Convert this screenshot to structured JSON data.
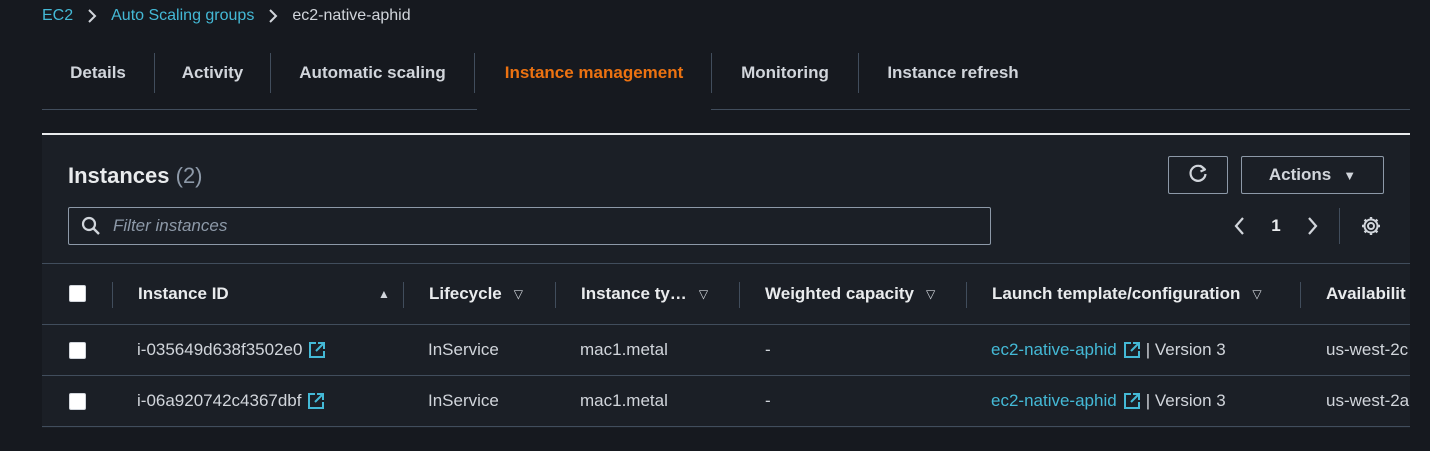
{
  "breadcrumb": {
    "root": "EC2",
    "parent": "Auto Scaling groups",
    "current": "ec2-native-aphid"
  },
  "tabs": [
    {
      "label": "Details"
    },
    {
      "label": "Activity"
    },
    {
      "label": "Automatic scaling"
    },
    {
      "label": "Instance management",
      "active": true
    },
    {
      "label": "Monitoring"
    },
    {
      "label": "Instance refresh"
    }
  ],
  "panel": {
    "title": "Instances",
    "count": "(2)",
    "actions_label": "Actions",
    "filter_placeholder": "Filter instances",
    "page": "1"
  },
  "table": {
    "columns": [
      "Instance ID",
      "Lifecycle",
      "Instance ty…",
      "Weighted capacity",
      "Launch template/configuration",
      "Availabilit"
    ],
    "rows": [
      {
        "instance_id": "i-035649d638f3502e0",
        "lifecycle": "InService",
        "instance_type": "mac1.metal",
        "weighted_capacity": "-",
        "launch_template": "ec2-native-aphid",
        "version": "| Version 3",
        "availability": "us-west-2c"
      },
      {
        "instance_id": "i-06a920742c4367dbf",
        "lifecycle": "InService",
        "instance_type": "mac1.metal",
        "weighted_capacity": "-",
        "launch_template": "ec2-native-aphid",
        "version": "| Version 3",
        "availability": "us-west-2a"
      }
    ]
  },
  "colors": {
    "background": "#16191f",
    "link": "#44b9d6",
    "active_tab": "#ec7211"
  }
}
